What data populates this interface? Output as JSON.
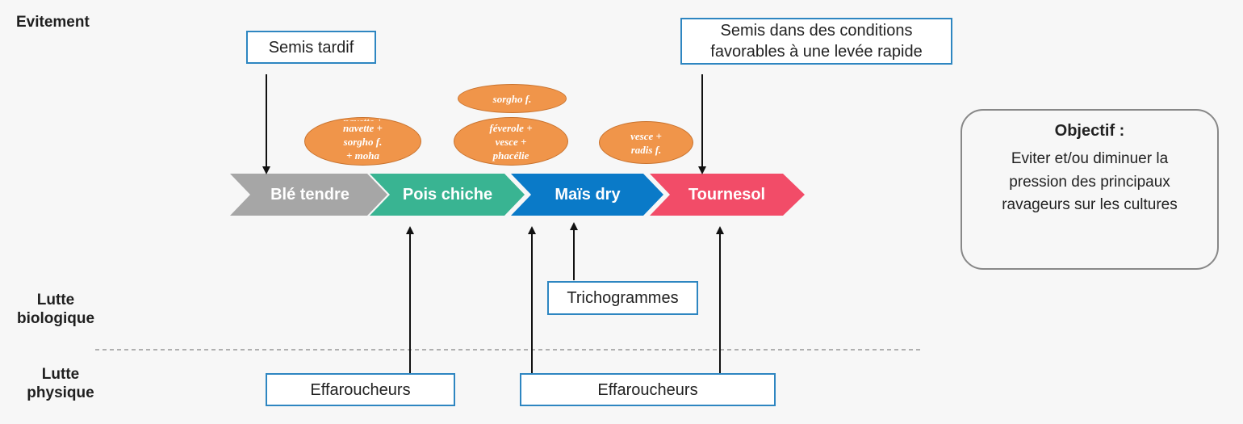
{
  "rows": {
    "evitement": "Evitement",
    "lutte_biologique": [
      "Lutte",
      "biologique"
    ],
    "lutte_physique": [
      "Lutte",
      "physique"
    ]
  },
  "crops": [
    {
      "label": "Blé tendre",
      "color": "#a6a6a6"
    },
    {
      "label": "Pois chiche",
      "color": "#39b492"
    },
    {
      "label": "Maïs dry",
      "color": "#0a7ac8"
    },
    {
      "label": "Tournesol",
      "color": "#f24c68"
    }
  ],
  "covers": {
    "ble": [
      "navette +",
      "navette +",
      "sorgho f.",
      "+ moha"
    ],
    "pois_top": [
      "sorgho f."
    ],
    "pois": [
      "féverole +",
      "vesce +",
      "phacélie"
    ],
    "mais": [
      "vesce +",
      "radis f."
    ]
  },
  "boxes": {
    "semis_tardif": "Semis tardif",
    "semis_conditions": [
      "Semis dans des conditions",
      "favorables à une levée rapide"
    ],
    "trichogrammes": "Trichogrammes",
    "effaroucheurs_1": "Effaroucheurs",
    "effaroucheurs_2": "Effaroucheurs"
  },
  "objectif": {
    "title": "Objectif :",
    "text": "Eviter et/ou diminuer la pression des principaux ravageurs sur les cultures"
  },
  "colors": {
    "box_border": "#2e86c1",
    "oval_fill": "#f0954a",
    "arrow": "#111111",
    "divider": "#999999"
  }
}
